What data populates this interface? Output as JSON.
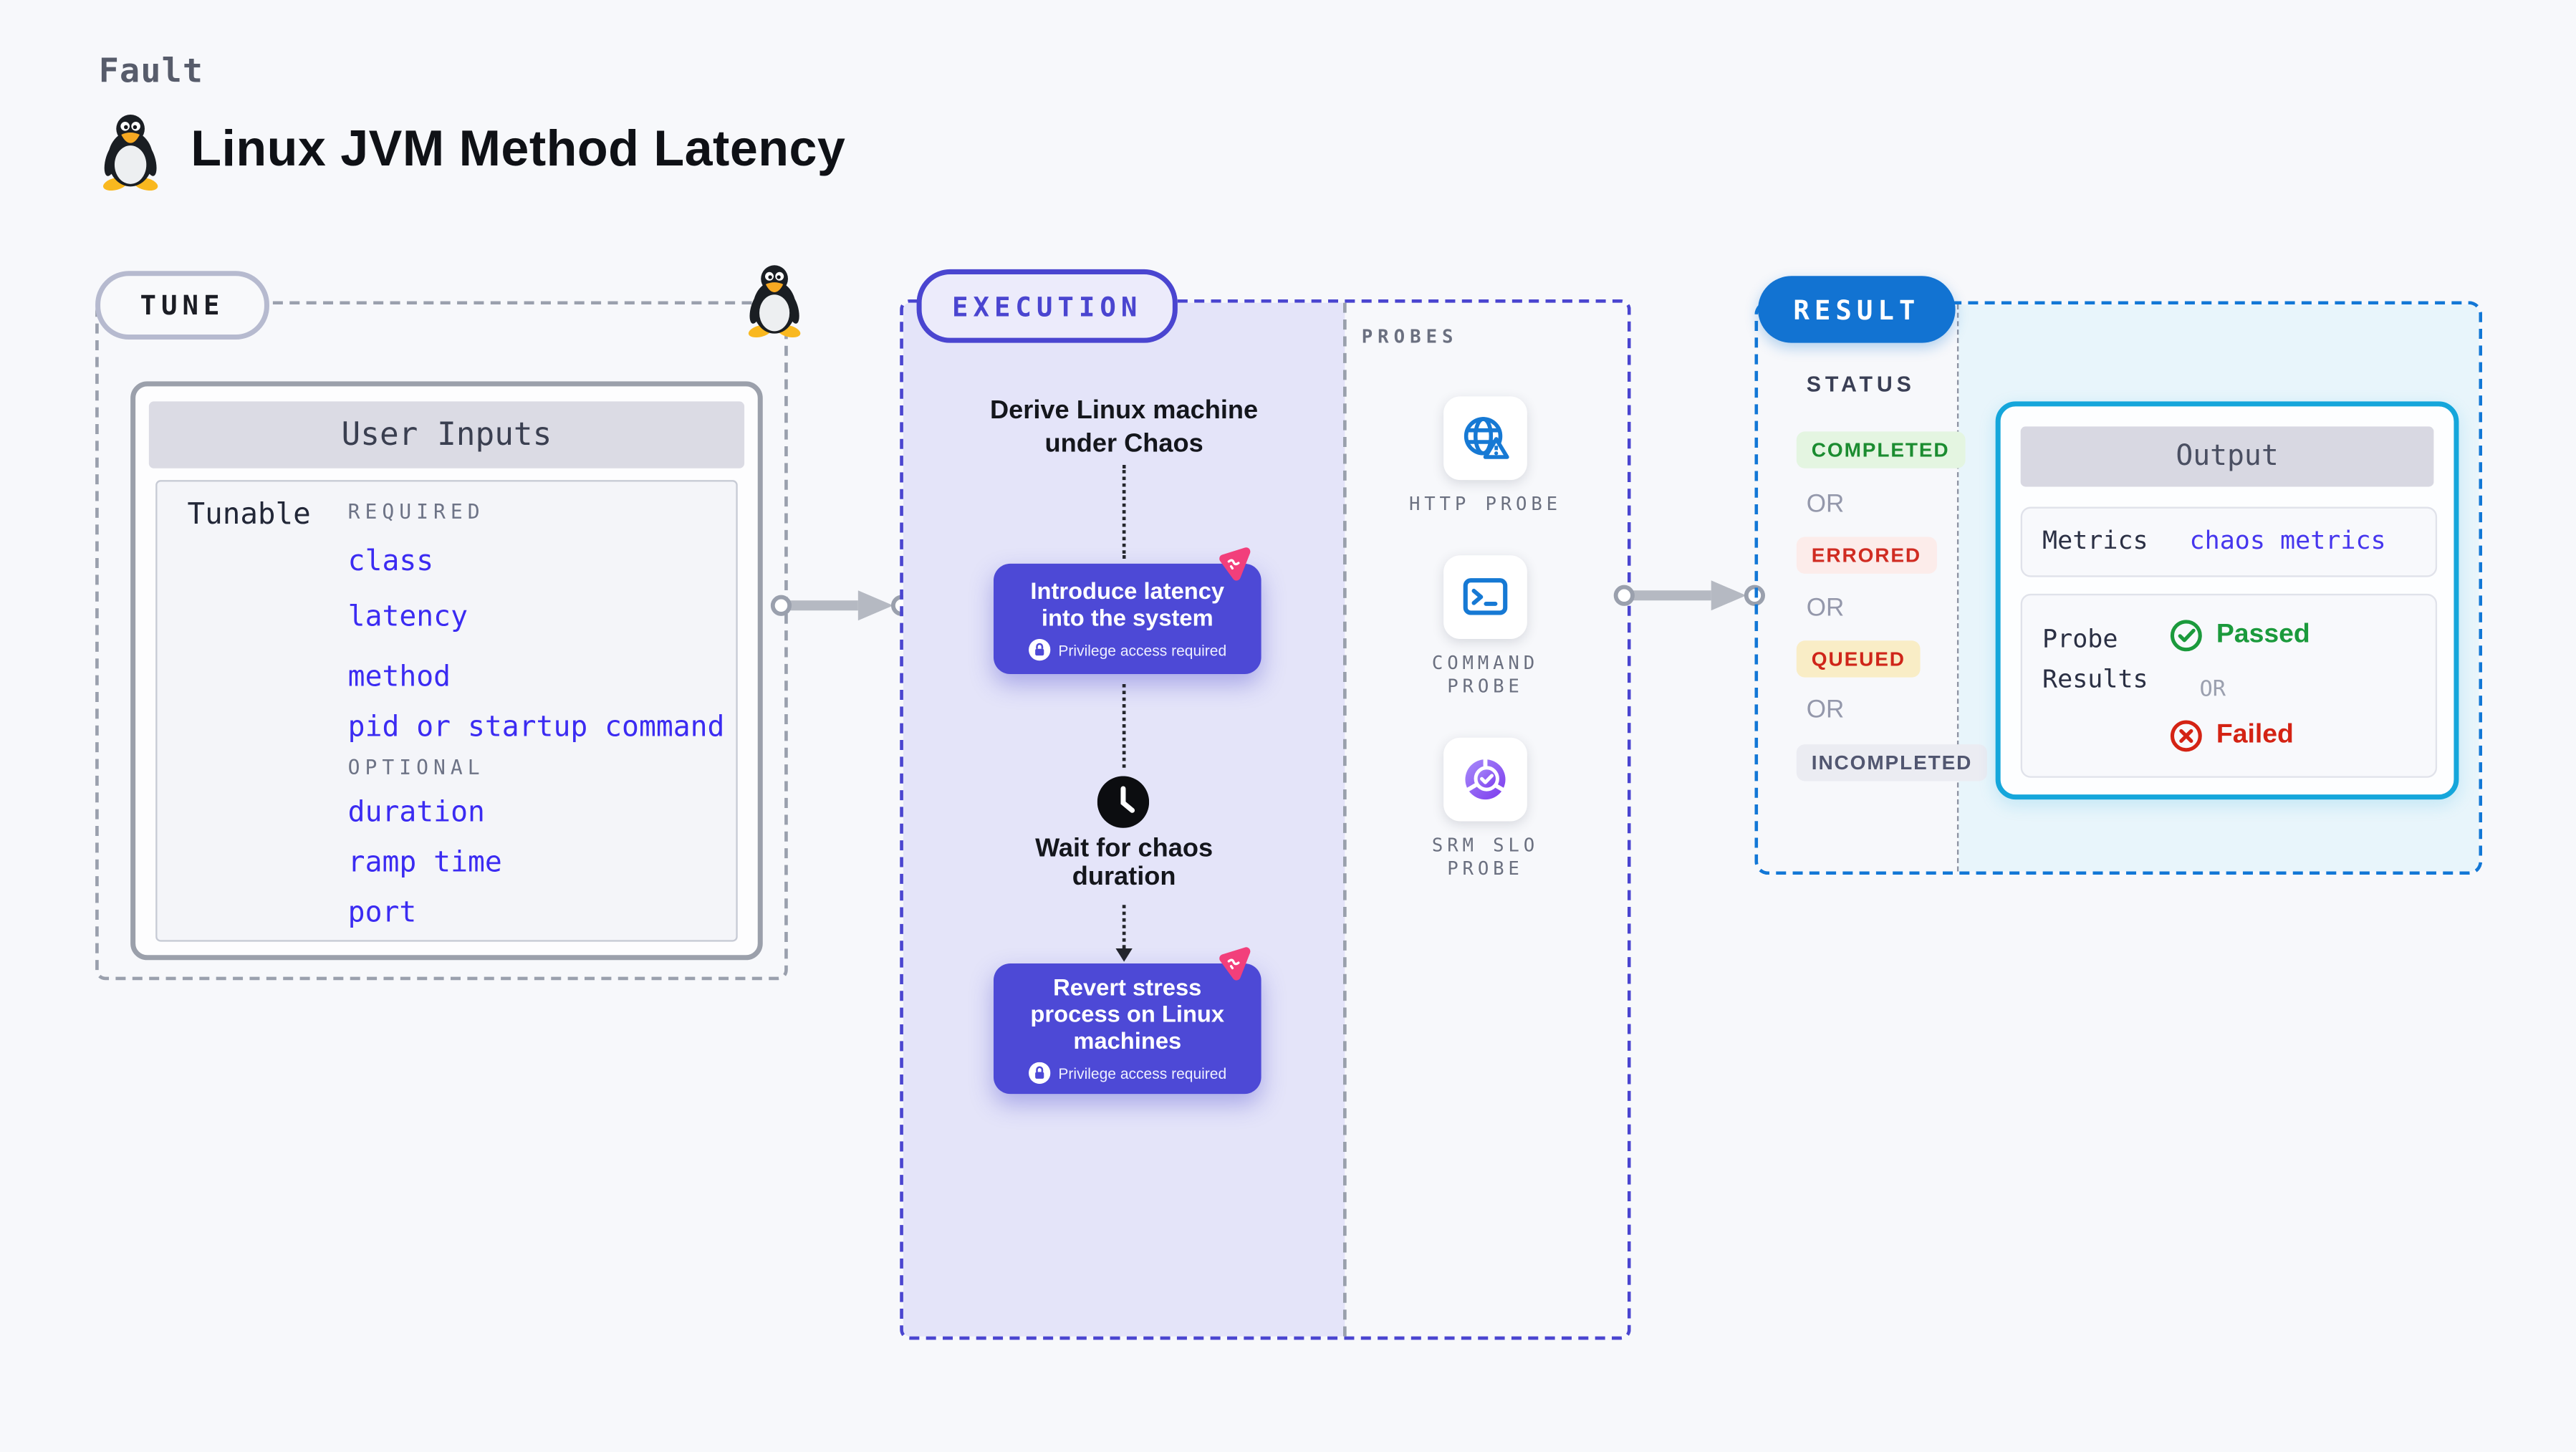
{
  "page": {
    "kicker": "Fault",
    "title": "Linux JVM Method Latency"
  },
  "tune": {
    "label": "TUNE",
    "table_title": "User Inputs",
    "row_label": "Tunable",
    "required_label": "REQUIRED",
    "required": [
      "class",
      "latency",
      "method",
      "pid or startup command"
    ],
    "optional_label": "OPTIONAL",
    "optional": [
      "duration",
      "ramp time",
      "port"
    ]
  },
  "execution": {
    "label": "EXECUTION",
    "derive_lines": [
      "Derive Linux machine",
      "under Chaos"
    ],
    "action1_lines": [
      "Introduce latency",
      "into the system"
    ],
    "action1_note": "Privilege access required",
    "wait_lines": [
      "Wait for chaos",
      "duration"
    ],
    "action2_lines": [
      "Revert stress",
      "process on Linux",
      "machines"
    ],
    "action2_note": "Privilege access required"
  },
  "probes": {
    "label": "PROBES",
    "http_lines": [
      "HTTP PROBE"
    ],
    "command_lines": [
      "COMMAND",
      "PROBE"
    ],
    "srm_lines": [
      "SRM SLO",
      "PROBE"
    ]
  },
  "result": {
    "label": "RESULT",
    "status_label": "STATUS",
    "or_label": "OR",
    "statuses": [
      "COMPLETED",
      "ERRORED",
      "QUEUED",
      "INCOMPLETED"
    ],
    "output": {
      "title": "Output",
      "metrics_label": "Metrics",
      "metrics_value": "chaos metrics",
      "probe_results_lines": [
        "Probe",
        "Results"
      ],
      "passed_label": "Passed",
      "failed_label": "Failed"
    }
  },
  "colors": {
    "indigo": "#4a45d0",
    "action_blue": "#4d49d6",
    "lavender": "#e4e4f9",
    "pink": "#f23f7b",
    "result_blue": "#1273d2",
    "cyan_border": "#15a6db",
    "cyan_fill": "#e8f5fb",
    "param_blue": "#3b2bf2",
    "passed_green": "#1b9a3c",
    "failed_red": "#d42314"
  }
}
